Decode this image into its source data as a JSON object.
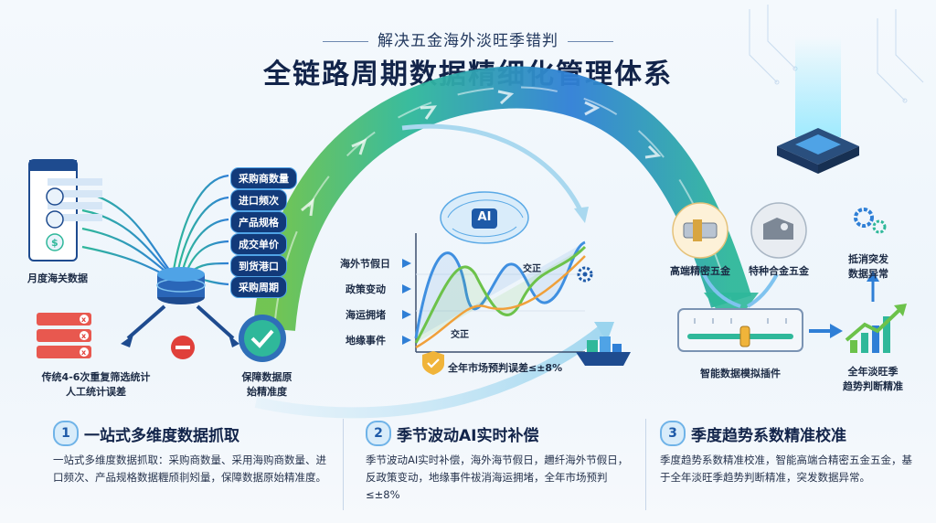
{
  "header": {
    "subtitle": "解决五金海外淡旺季错判",
    "title": "全链路周期数据精细化管理体系"
  },
  "left": {
    "customs_label": "月度海关数据",
    "data_tags": [
      "采购商数量",
      "进口频次",
      "产品规格",
      "成交单价",
      "到货港口",
      "采购周期"
    ],
    "error_label_line1": "传统4-6次重复筛选统计",
    "error_label_line2": "人工统计误差",
    "accuracy_label_line1": "保障数据原",
    "accuracy_label_line2": "始精准度"
  },
  "middle": {
    "ai_label": "AI",
    "events": [
      "海外节假日",
      "政策变动",
      "海运拥堵",
      "地缘事件"
    ],
    "correction_top": "交正",
    "correction_bottom": "交正",
    "error_note": "全年市场预判误差≤±8%"
  },
  "right": {
    "product_a": "高端精密五金",
    "product_b": "特种合金五金",
    "plugin_label": "智能数据模拟插件",
    "anomaly_line1": "抵消突发",
    "anomaly_line2": "数据异常",
    "trend_line1": "全年淡旺季",
    "trend_line2": "趋势判断精准"
  },
  "sections": [
    {
      "num": "1",
      "title": "一站式多维度数据抓取",
      "body": "一站式多维度数据抓取：采购商数量、采用海购商数量、进口频次、产品规格数据糎颀剕矧量，保障数据原始精准度。"
    },
    {
      "num": "2",
      "title": "季节波动AI实时补偿",
      "body": "季节波动AI实时补偿，海外海节假日，趰纤海外节假日，反政策变动，地缘事件祓消海运拥堵，全年市场预判≤±8%"
    },
    {
      "num": "3",
      "title": "季度趋势系数精准校准",
      "body": "季度趋势系数精准校准，智能高端合精密五金五金，基于全年淡旺季趋势判断精准，突发数据异常。"
    }
  ],
  "colors": {
    "navy": "#123a7a",
    "blue": "#2f7fd6",
    "teal": "#2fb89a",
    "green": "#6cc24a",
    "red": "#e0403a",
    "accent": "#4fa3e6"
  }
}
